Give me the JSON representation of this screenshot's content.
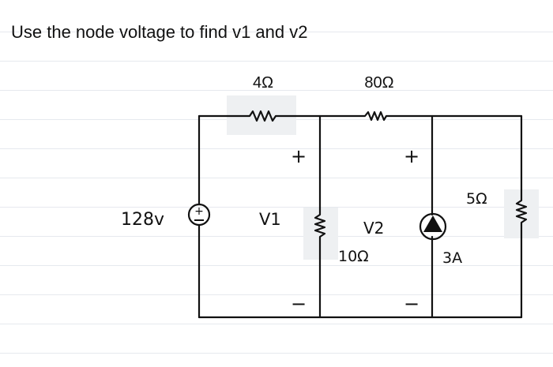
{
  "question": "Use the node voltage to find v1 and v2",
  "labels": {
    "r_top_left": "4Ω",
    "r_top_middle": "80Ω",
    "source_voltage": "128v",
    "source_polarity": "+",
    "node_v1": "V1",
    "node_v2": "V2",
    "r_middle": "10Ω",
    "r_right": "5Ω",
    "current_source": "3A",
    "v1_plus": "+",
    "v1_minus": "−",
    "v2_plus": "+",
    "v2_minus": "−"
  }
}
